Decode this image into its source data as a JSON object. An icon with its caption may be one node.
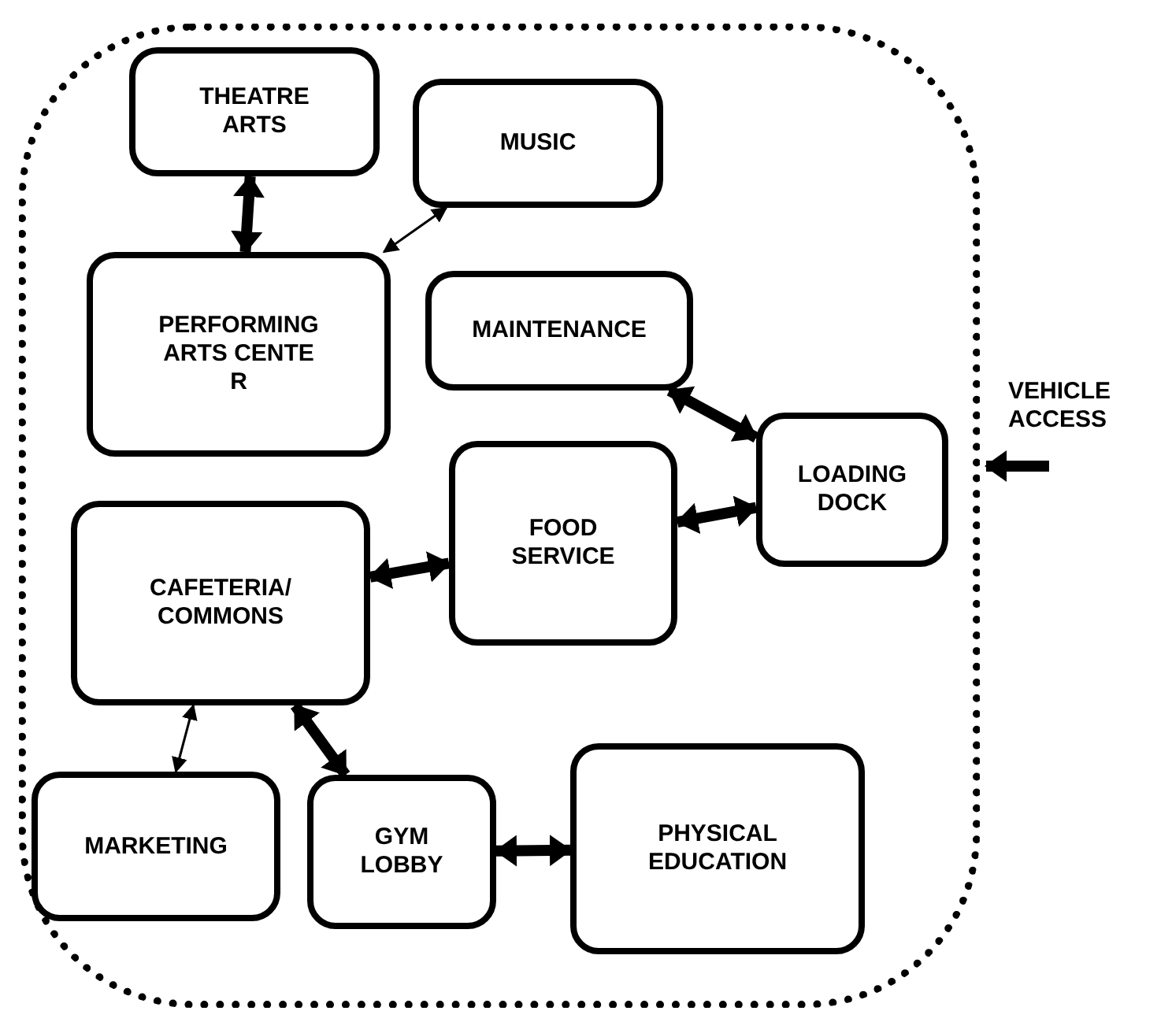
{
  "diagram": {
    "nodes": [
      {
        "text": [],
        "shape": "box"
      },
      {
        "text": [
          "THEATRE ARTS"
        ],
        "in": 0
      },
      {
        "text": [
          "MUSIC"
        ],
        "in": 0
      },
      {
        "text": [
          "PERFORMING ARTS CENTE R"
        ],
        "in": 0
      },
      {
        "text": [
          "MAINTENANCE"
        ],
        "in": 0
      },
      {
        "text": [
          "LOADING DOCK"
        ],
        "in": 0
      },
      {
        "text": [
          "FOOD SERVICE"
        ],
        "in": 0
      },
      {
        "text": [
          "CAFETERIA/ COMMONS"
        ],
        "in": 0
      },
      {
        "text": [
          "MARKETING"
        ],
        "in": 0
      },
      {
        "text": [
          "GYM LOBBY"
        ],
        "in": 0
      },
      {
        "text": [
          "PHYSICAL EDUCATION"
        ],
        "in": 0
      }
    ],
    "edges": [
      {
        "from": 1,
        "to": 3,
        "arrow": "both"
      },
      {
        "from": 3,
        "to": 2,
        "arrow": "both"
      },
      {
        "from": 4,
        "to": 5,
        "arrow": "both"
      },
      {
        "from": 6,
        "to": 5,
        "arrow": "both"
      },
      {
        "from": 7,
        "to": 6,
        "arrow": "both"
      },
      {
        "from": 7,
        "to": 8,
        "arrow": "both"
      },
      {
        "from": 7,
        "to": 9,
        "arrow": "both"
      },
      {
        "from": 9,
        "to": 10,
        "arrow": "both"
      },
      {
        "from": null,
        "to": 0,
        "arrow": "to"
      }
    ],
    "labels": [
      "VEHICLE ACCESS"
    ]
  }
}
